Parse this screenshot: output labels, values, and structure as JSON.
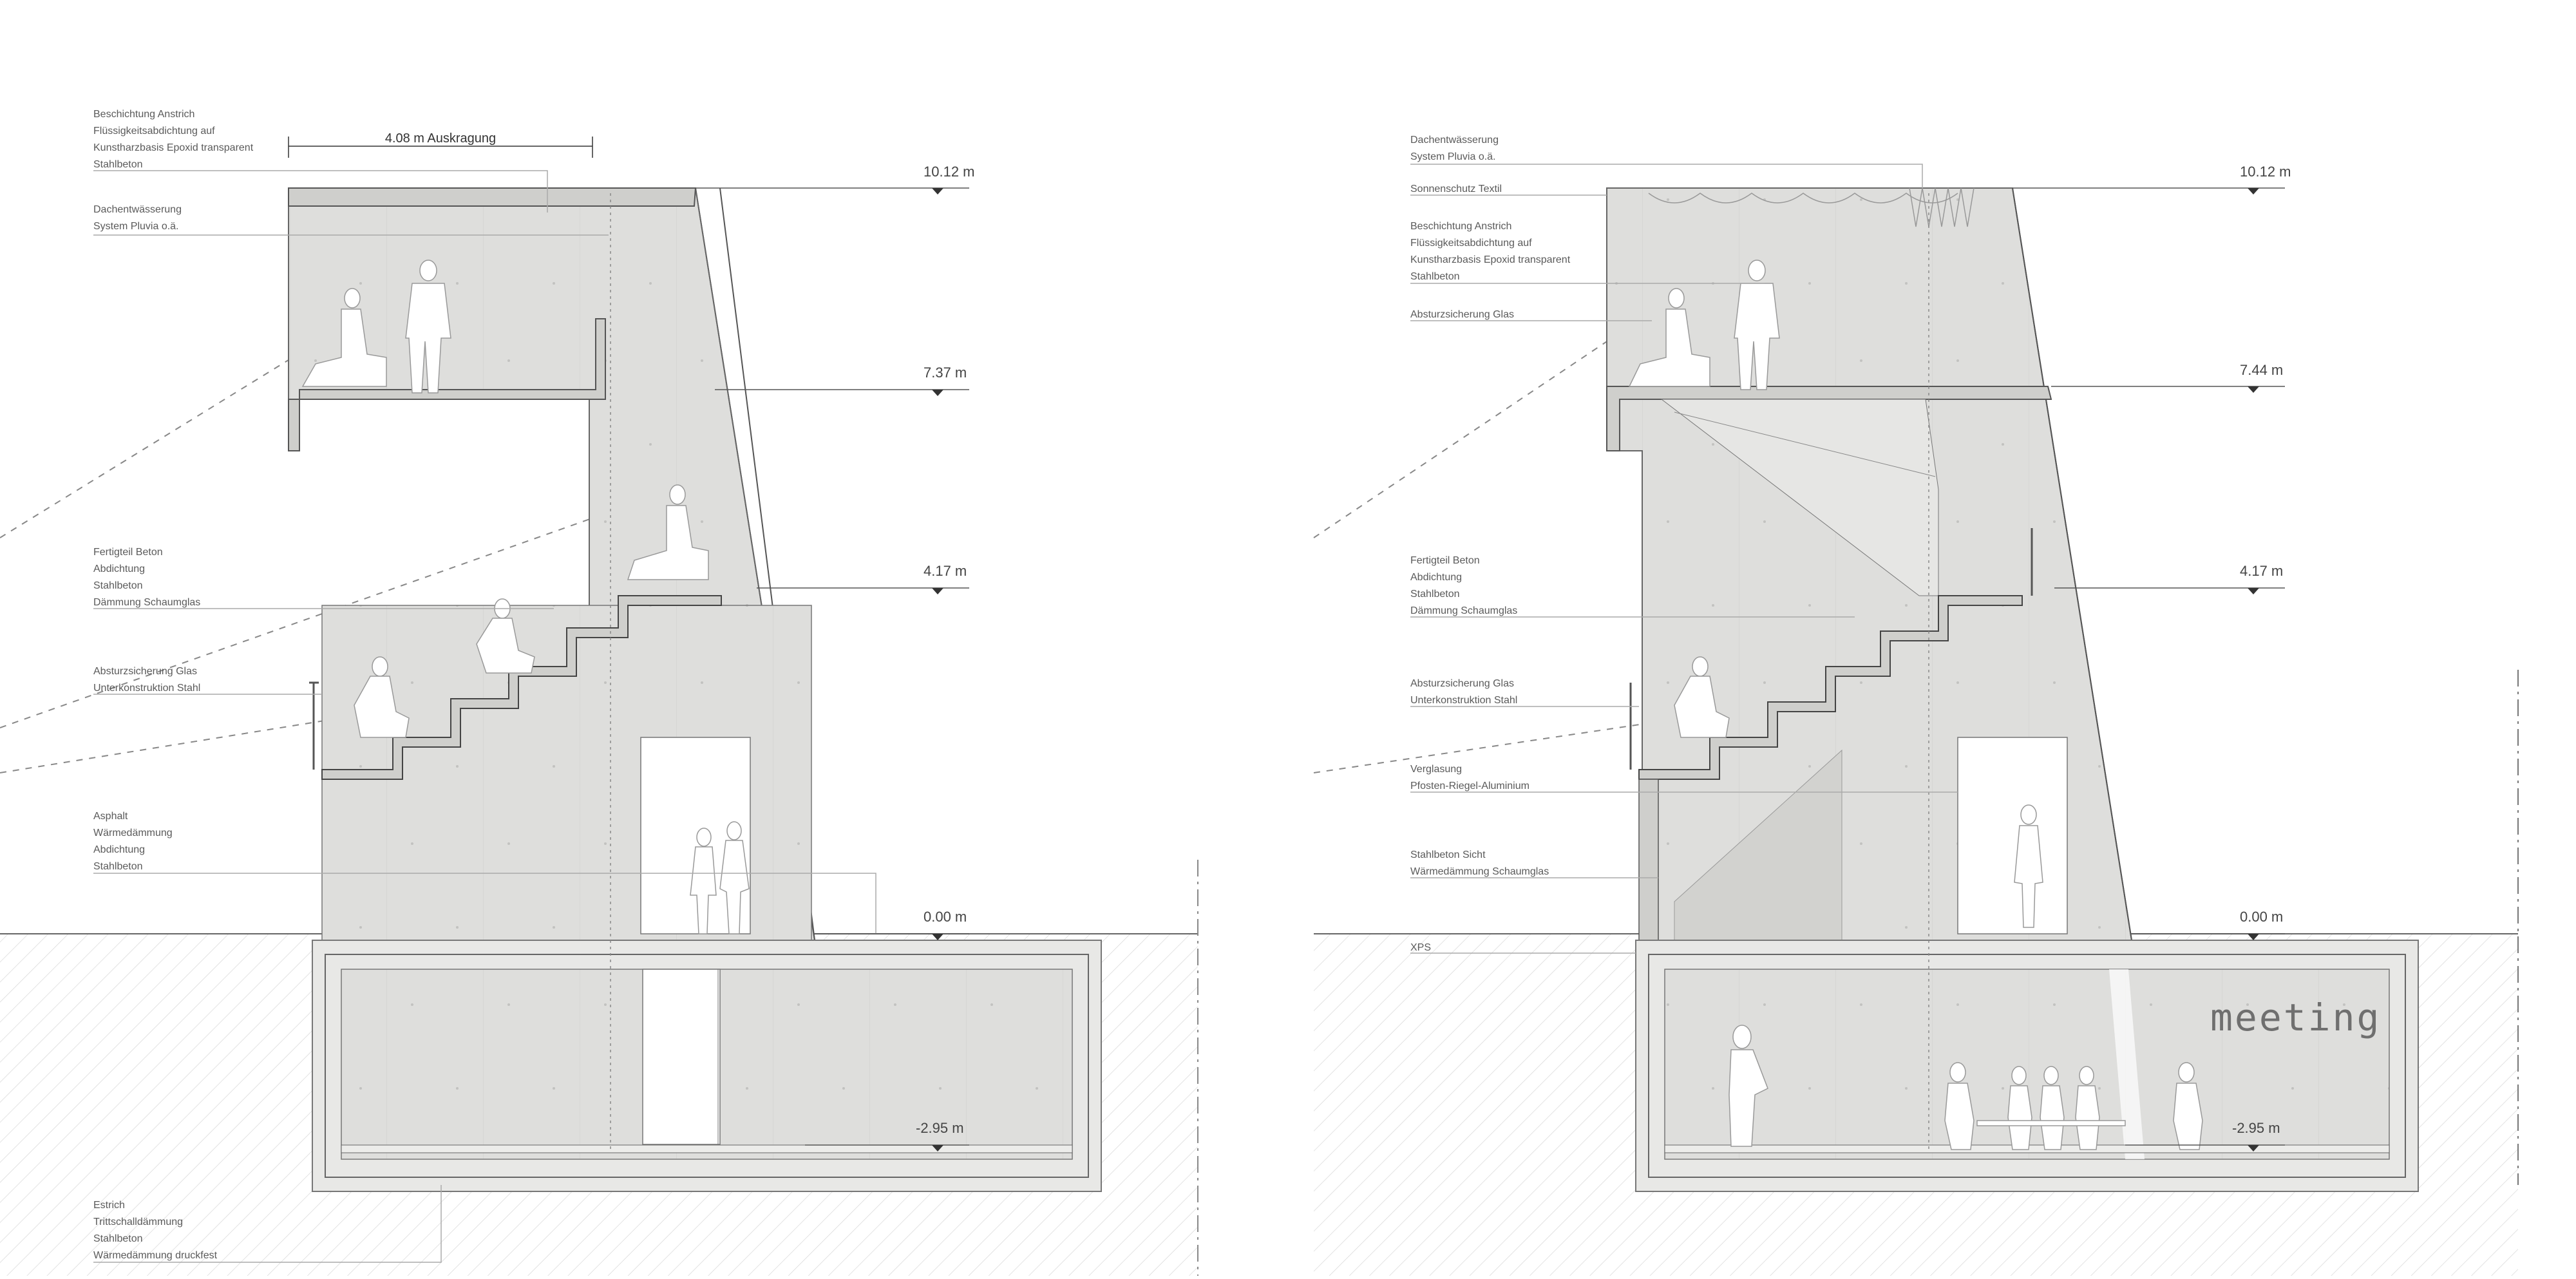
{
  "left_section": {
    "roof_annotation": [
      "Beschichtung Anstrich",
      "Flüssigkeitsabdichtung auf",
      "Kunstharzbasis Epoxid transparent",
      "Stahlbeton"
    ],
    "drainage_annotation": [
      "Dachentwässerung",
      "System Pluvia o.ä."
    ],
    "tribune_annotation": [
      "Fertigteil Beton",
      "Abdichtung",
      "Stahlbeton",
      "Dämmung Schaumglas"
    ],
    "railing_annotation": [
      "Absturzsicherung Glas",
      "Unterkonstruktion Stahl"
    ],
    "ground_annotation": [
      "Asphalt",
      "Wärmedämmung",
      "Abdichtung",
      "Stahlbeton"
    ],
    "floor_annotation": [
      "Estrich",
      "Trittschalldämmung",
      "Stahlbeton",
      "Wärmedämmung druckfest"
    ],
    "cantilever_dimension": "4.08 m Auskragung",
    "levels": [
      "10.12 m",
      "7.37 m",
      "4.17 m",
      "0.00 m",
      "-2.95 m"
    ]
  },
  "right_section": {
    "drainage_annotation": [
      "Dachentwässerung",
      "System Pluvia o.ä."
    ],
    "sunshade_annotation": [
      "Sonnenschutz Textil"
    ],
    "roof_annotation": [
      "Beschichtung Anstrich",
      "Flüssigkeitsabdichtung auf",
      "Kunstharzbasis Epoxid transparent",
      "Stahlbeton"
    ],
    "upper_railing_annotation": [
      "Absturzsicherung Glas"
    ],
    "tribune_annotation": [
      "Fertigteil Beton",
      "Abdichtung",
      "Stahlbeton",
      "Dämmung Schaumglas"
    ],
    "railing_annotation": [
      "Absturzsicherung Glas",
      "Unterkonstruktion Stahl"
    ],
    "glazing_annotation": [
      "Verglasung",
      "Pfosten-Riegel-Aluminium"
    ],
    "wall_annotation": [
      "Stahlbeton Sicht",
      "Wärmedämmung Schaumglas"
    ],
    "xps_annotation": [
      "XPS"
    ],
    "room_label": "meeting",
    "levels": [
      "10.12 m",
      "7.44 m",
      "4.17 m",
      "0.00 m",
      "-2.95 m"
    ]
  },
  "colors": {
    "concrete": "#dcdcda",
    "concrete_dark": "#c9c9c6",
    "ground_hatch": "#e4e4e4",
    "line": "#555555",
    "figure": "#ffffff"
  }
}
